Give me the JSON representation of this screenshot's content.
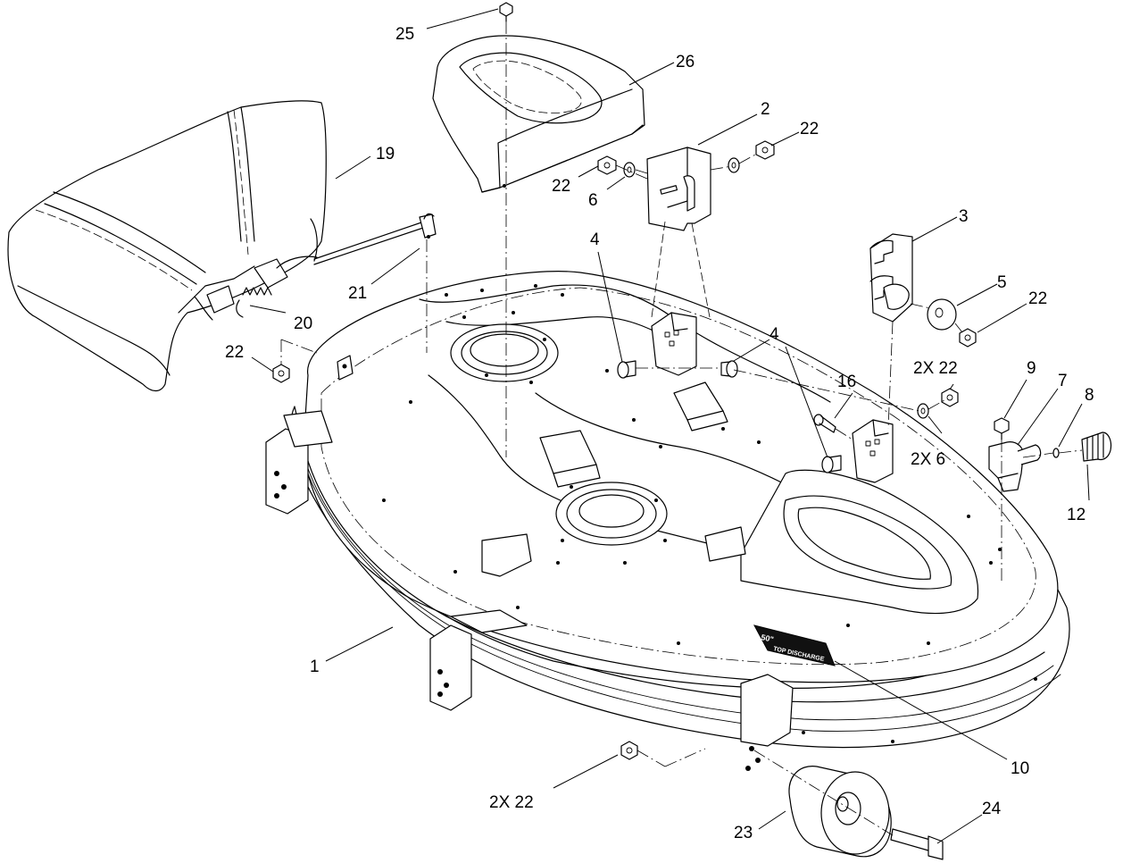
{
  "callouts": [
    {
      "id": "c25",
      "text": "25"
    },
    {
      "id": "c26",
      "text": "26"
    },
    {
      "id": "c2",
      "text": "2"
    },
    {
      "id": "c22a",
      "text": "22"
    },
    {
      "id": "c22b",
      "text": "22"
    },
    {
      "id": "c6a",
      "text": "6"
    },
    {
      "id": "c19",
      "text": "19"
    },
    {
      "id": "c3",
      "text": "3"
    },
    {
      "id": "c5",
      "text": "5"
    },
    {
      "id": "c22c",
      "text": "22"
    },
    {
      "id": "c4a",
      "text": "4"
    },
    {
      "id": "c4b",
      "text": "4"
    },
    {
      "id": "c21",
      "text": "21"
    },
    {
      "id": "c20",
      "text": "20"
    },
    {
      "id": "c22d",
      "text": "22"
    },
    {
      "id": "c2x22a",
      "text": "2X  22"
    },
    {
      "id": "c16",
      "text": "16"
    },
    {
      "id": "c9",
      "text": "9"
    },
    {
      "id": "c7",
      "text": "7"
    },
    {
      "id": "c8",
      "text": "8"
    },
    {
      "id": "c2x6",
      "text": "2X  6"
    },
    {
      "id": "c12",
      "text": "12"
    },
    {
      "id": "c1",
      "text": "1"
    },
    {
      "id": "c10",
      "text": "10"
    },
    {
      "id": "c2x22b",
      "text": "2X  22"
    },
    {
      "id": "c24",
      "text": "24"
    },
    {
      "id": "c23",
      "text": "23"
    }
  ],
  "decal": {
    "line1": "50\"",
    "line2": "TOP DISCHARGE"
  }
}
